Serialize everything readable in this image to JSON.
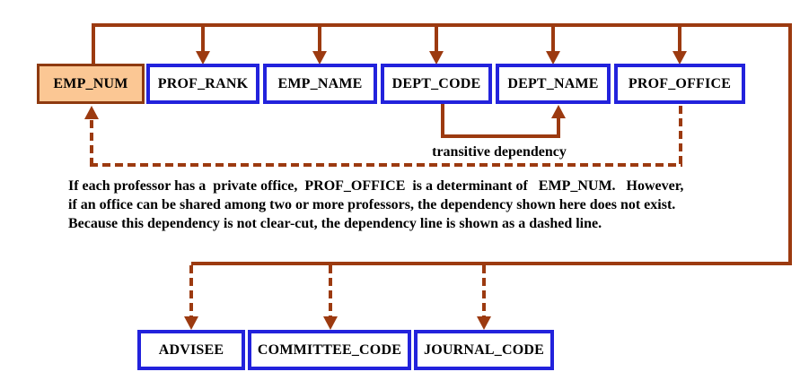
{
  "colors": {
    "line_brown": "#9C3A10",
    "box_blue": "#2222DC",
    "emp_num_fill": "#FBC794",
    "emp_num_border": "#8E3A10",
    "text_black": "#000000",
    "background": "#FFFFFF"
  },
  "top_row": [
    "EMP_NUM",
    "PROF_RANK",
    "EMP_NAME",
    "DEPT_CODE",
    "DEPT_NAME",
    "PROF_OFFICE"
  ],
  "bottom_row": [
    "ADVISEE",
    "COMMITTEE_CODE",
    "JOURNAL_CODE"
  ],
  "transitive_label": "transitive dependency",
  "note_lines": [
    "If each professor has a  private office,  PROF_OFFICE  is a determinant of   EMP_NUM.   However,",
    "if an office can be shared among two or more professors, the dependency shown here does not exist.",
    "Because this dependency is not clear-cut, the dependency line is shown as a dashed line."
  ]
}
